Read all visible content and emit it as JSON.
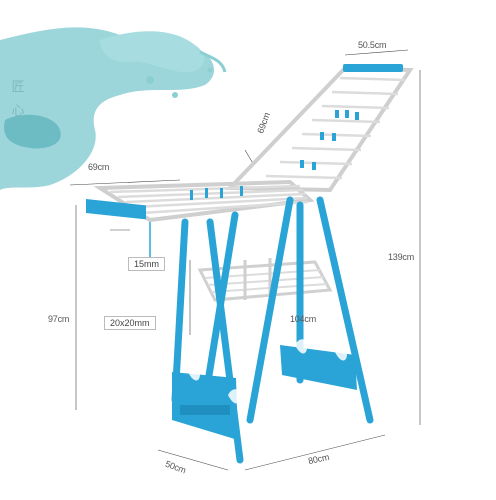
{
  "brand_text": "匠心",
  "dimensions": {
    "top_width": "50.5cm",
    "top_length": "69cm",
    "main_length": "69cm",
    "total_height": "139cm",
    "lower_height": "97cm",
    "leg_height": "104cm",
    "tube_size": "20x20mm",
    "rail_spacing": "15mm",
    "base_depth": "50cm",
    "base_width": "80cm"
  },
  "colors": {
    "frame": "#2aa4d6",
    "rails": "#d4d4d4",
    "splash": "#7ec6cc"
  }
}
